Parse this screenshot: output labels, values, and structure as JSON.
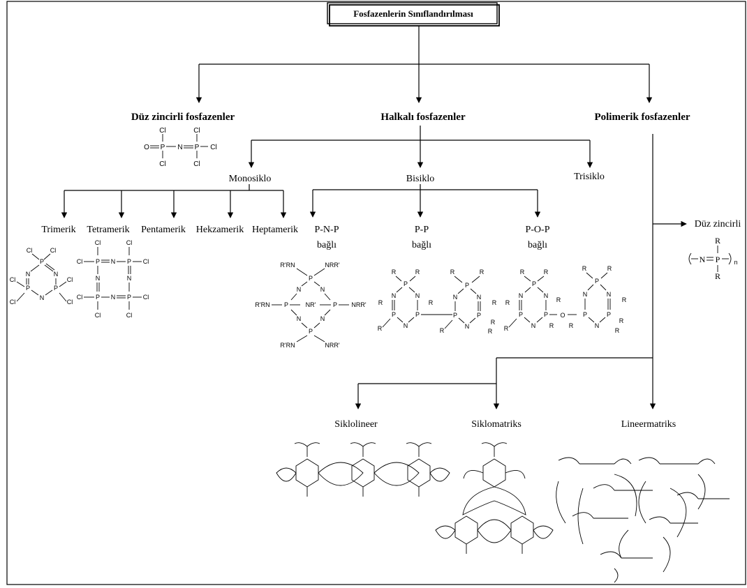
{
  "title": "Fosfazenlerin Sınıflandırılması",
  "categories": {
    "duz": "Düz zincirli fosfazenler",
    "halkali": "Halkalı fosfazenler",
    "polimerik": "Polimerik fosfazenler"
  },
  "halkali_types": {
    "monosiklo": "Monosiklo",
    "bisiklo": "Bisiklo",
    "trisiklo": "Trisiklo"
  },
  "monosiklo_types": [
    "Trimerik",
    "Tetramerik",
    "Pentamerik",
    "Hekzamerik",
    "Heptamerik"
  ],
  "bisiklo_types": [
    {
      "name": "P-N-P",
      "sub": "bağlı"
    },
    {
      "name": "P-P",
      "sub": "bağlı"
    },
    {
      "name": "P-O-P",
      "sub": "bağlı"
    }
  ],
  "polimerik_types": {
    "duz_zincirli": "Düz zincirli",
    "siklolineer": "Siklolineer",
    "siklomatriks": "Siklomatriks",
    "lineermatriks": "Lineermatriks"
  },
  "atoms": {
    "cl": "Cl",
    "p": "P",
    "n": "N",
    "o": "O",
    "r": "R",
    "nrr": "NRR'",
    "rrn": "R'RN",
    "nr": "NR'",
    "sub_n": "n"
  }
}
